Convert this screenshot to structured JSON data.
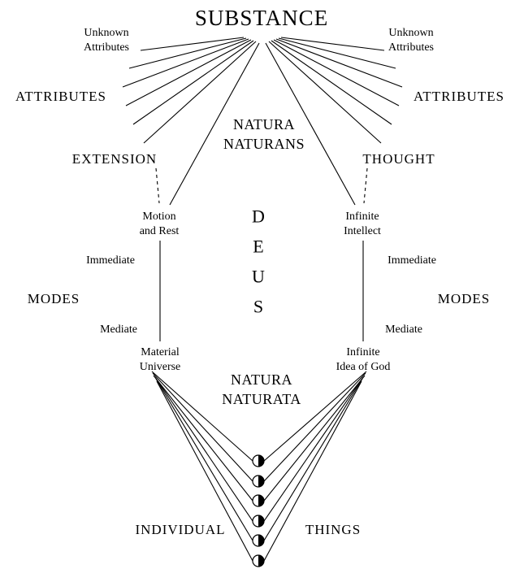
{
  "title": "SUBSTANCE",
  "center": {
    "naturans": {
      "line1": "NATURA",
      "line2": "NATURANS"
    },
    "naturata": {
      "line1": "NATURA",
      "line2": "NATURATA"
    },
    "deus": {
      "l0": "D",
      "l1": "E",
      "l2": "U",
      "l3": "S"
    }
  },
  "left": {
    "unknown": {
      "line1": "Unknown",
      "line2": "Attributes"
    },
    "attributes": "ATTRIBUTES",
    "attribute": "EXTENSION",
    "immediate_mode": {
      "line1": "Motion",
      "line2": "and Rest"
    },
    "immediate": "Immediate",
    "modes": "MODES",
    "mediate": "Mediate",
    "mediate_mode": {
      "line1": "Material",
      "line2": "Universe"
    }
  },
  "right": {
    "unknown": {
      "line1": "Unknown",
      "line2": "Attributes"
    },
    "attributes": "ATTRIBUTES",
    "attribute": "THOUGHT",
    "immediate_mode": {
      "line1": "Infinite",
      "line2": "Intellect"
    },
    "immediate": "Immediate",
    "modes": "MODES",
    "mediate": "Mediate",
    "mediate_mode": {
      "line1": "Infinite",
      "line2": "Idea of God"
    }
  },
  "bottom": {
    "individual": "INDIVIDUAL",
    "things": "THINGS"
  },
  "colors": {
    "line": "#000000",
    "background": "#ffffff",
    "text": "#000000"
  }
}
